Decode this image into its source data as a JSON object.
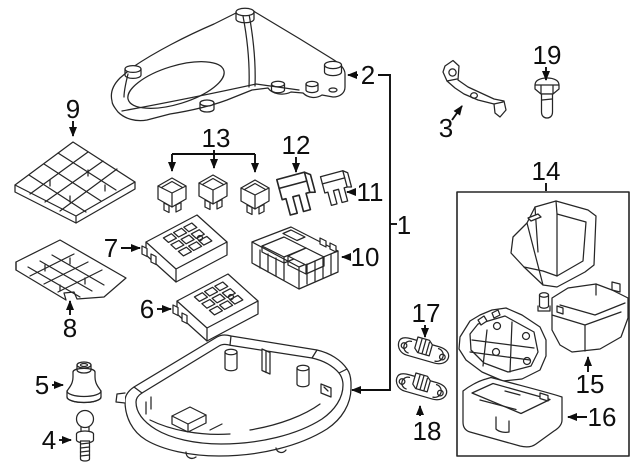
{
  "diagram": {
    "background_color": "#ffffff",
    "artwork_line_color": "#262626",
    "callout_color": "#0e0e0e",
    "description": "Exploded parts line-art diagram of an engine-compartment fuse and relay box assembly with numbered callouts",
    "callouts": [
      {
        "label": "1"
      },
      {
        "label": "2"
      },
      {
        "label": "3"
      },
      {
        "label": "4"
      },
      {
        "label": "5"
      },
      {
        "label": "6"
      },
      {
        "label": "7"
      },
      {
        "label": "8"
      },
      {
        "label": "9"
      },
      {
        "label": "10"
      },
      {
        "label": "11"
      },
      {
        "label": "12"
      },
      {
        "label": "13"
      },
      {
        "label": "14"
      },
      {
        "label": "15"
      },
      {
        "label": "16"
      },
      {
        "label": "17"
      },
      {
        "label": "18"
      },
      {
        "label": "19"
      }
    ]
  }
}
